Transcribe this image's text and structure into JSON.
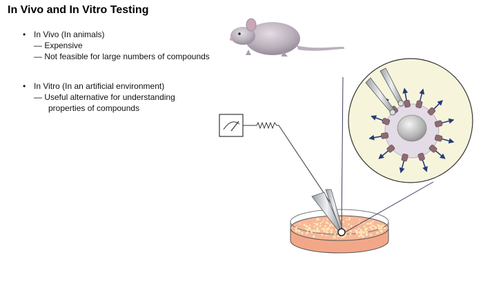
{
  "title": "In Vivo and In Vitro Testing",
  "bullets": [
    {
      "label": "In Vivo (In animals)",
      "subs": [
        "— Expensive",
        "— Not feasible for large numbers of compounds"
      ]
    },
    {
      "label": "In Vitro (In an artificial environment)",
      "subs": [
        "— Useful alternative for understanding"
      ],
      "continuation": "properties of compounds"
    }
  ],
  "icons": {
    "bullet": "•",
    "mouse": "mouse-illustration",
    "meter": "meter-gauge-icon",
    "resistor": "resistor-icon",
    "dish": "petri-dish-illustration",
    "cell": "magnified-cell-illustration"
  },
  "colors": {
    "dish_fill": "#f2a888",
    "cell_circle": "#f6f5dc",
    "cell_membrane": "#e3dce6",
    "arrow": "#263a78",
    "channel": "#8d6b75",
    "line": "#3a3a5a"
  }
}
